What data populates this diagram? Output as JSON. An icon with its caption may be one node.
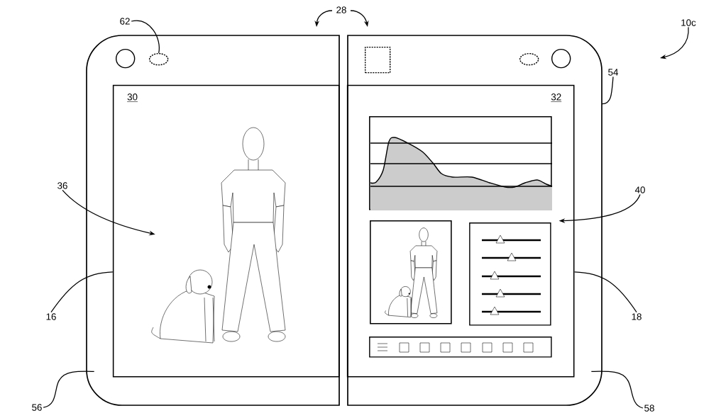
{
  "diagram": {
    "nodes": [
      {
        "text": [],
        "shape": "box"
      },
      {
        "text": [],
        "shape": "box"
      },
      {
        "text": [
          "30"
        ],
        "in": 0
      },
      {
        "text": [
          "32"
        ],
        "in": 1
      },
      {
        "text": [],
        "shape": "circle",
        "in": 0
      },
      {
        "text": [],
        "shape": "oval",
        "in": 0
      },
      {
        "text": [],
        "shape": "box",
        "in": 1
      },
      {
        "text": [],
        "shape": "oval",
        "in": 1
      },
      {
        "text": [],
        "shape": "circle",
        "in": 1
      },
      {
        "text": [],
        "shape": "picture",
        "in": 3
      },
      {
        "text": [],
        "shape": "picture",
        "in": 3
      },
      {
        "text": [],
        "shape": "box",
        "in": 3
      },
      {
        "text": [],
        "shape": "box",
        "in": 3
      },
      {
        "text": [],
        "shape": "picture",
        "in": 2
      },
      {
        "text": [],
        "shape": "picture",
        "in": 2
      },
      {
        "text": [
          "62"
        ]
      },
      {
        "text": [
          "10c"
        ]
      },
      {
        "text": [
          "54"
        ]
      },
      {
        "text": [
          "36"
        ]
      },
      {
        "text": [
          "40"
        ]
      },
      {
        "text": [
          "16"
        ]
      },
      {
        "text": [
          "18"
        ]
      },
      {
        "text": [
          "56"
        ]
      },
      {
        "text": [
          "58"
        ]
      }
    ],
    "edges": [
      {
        "from": 15,
        "to": 5,
        "arrow": "none"
      },
      {
        "from": 16,
        "to": null,
        "arrow": "to"
      },
      {
        "from": 17,
        "to": 1,
        "arrow": "none"
      },
      {
        "from": 18,
        "to": 2,
        "arrow": "to"
      },
      {
        "from": 19,
        "to": 3,
        "arrow": "to"
      },
      {
        "from": 20,
        "to": 2,
        "arrow": "none"
      },
      {
        "from": 21,
        "to": 3,
        "arrow": "none"
      },
      {
        "from": 22,
        "to": 0,
        "arrow": "none"
      },
      {
        "from": 23,
        "to": 1,
        "arrow": "none"
      }
    ],
    "labels": [
      "28"
    ]
  }
}
